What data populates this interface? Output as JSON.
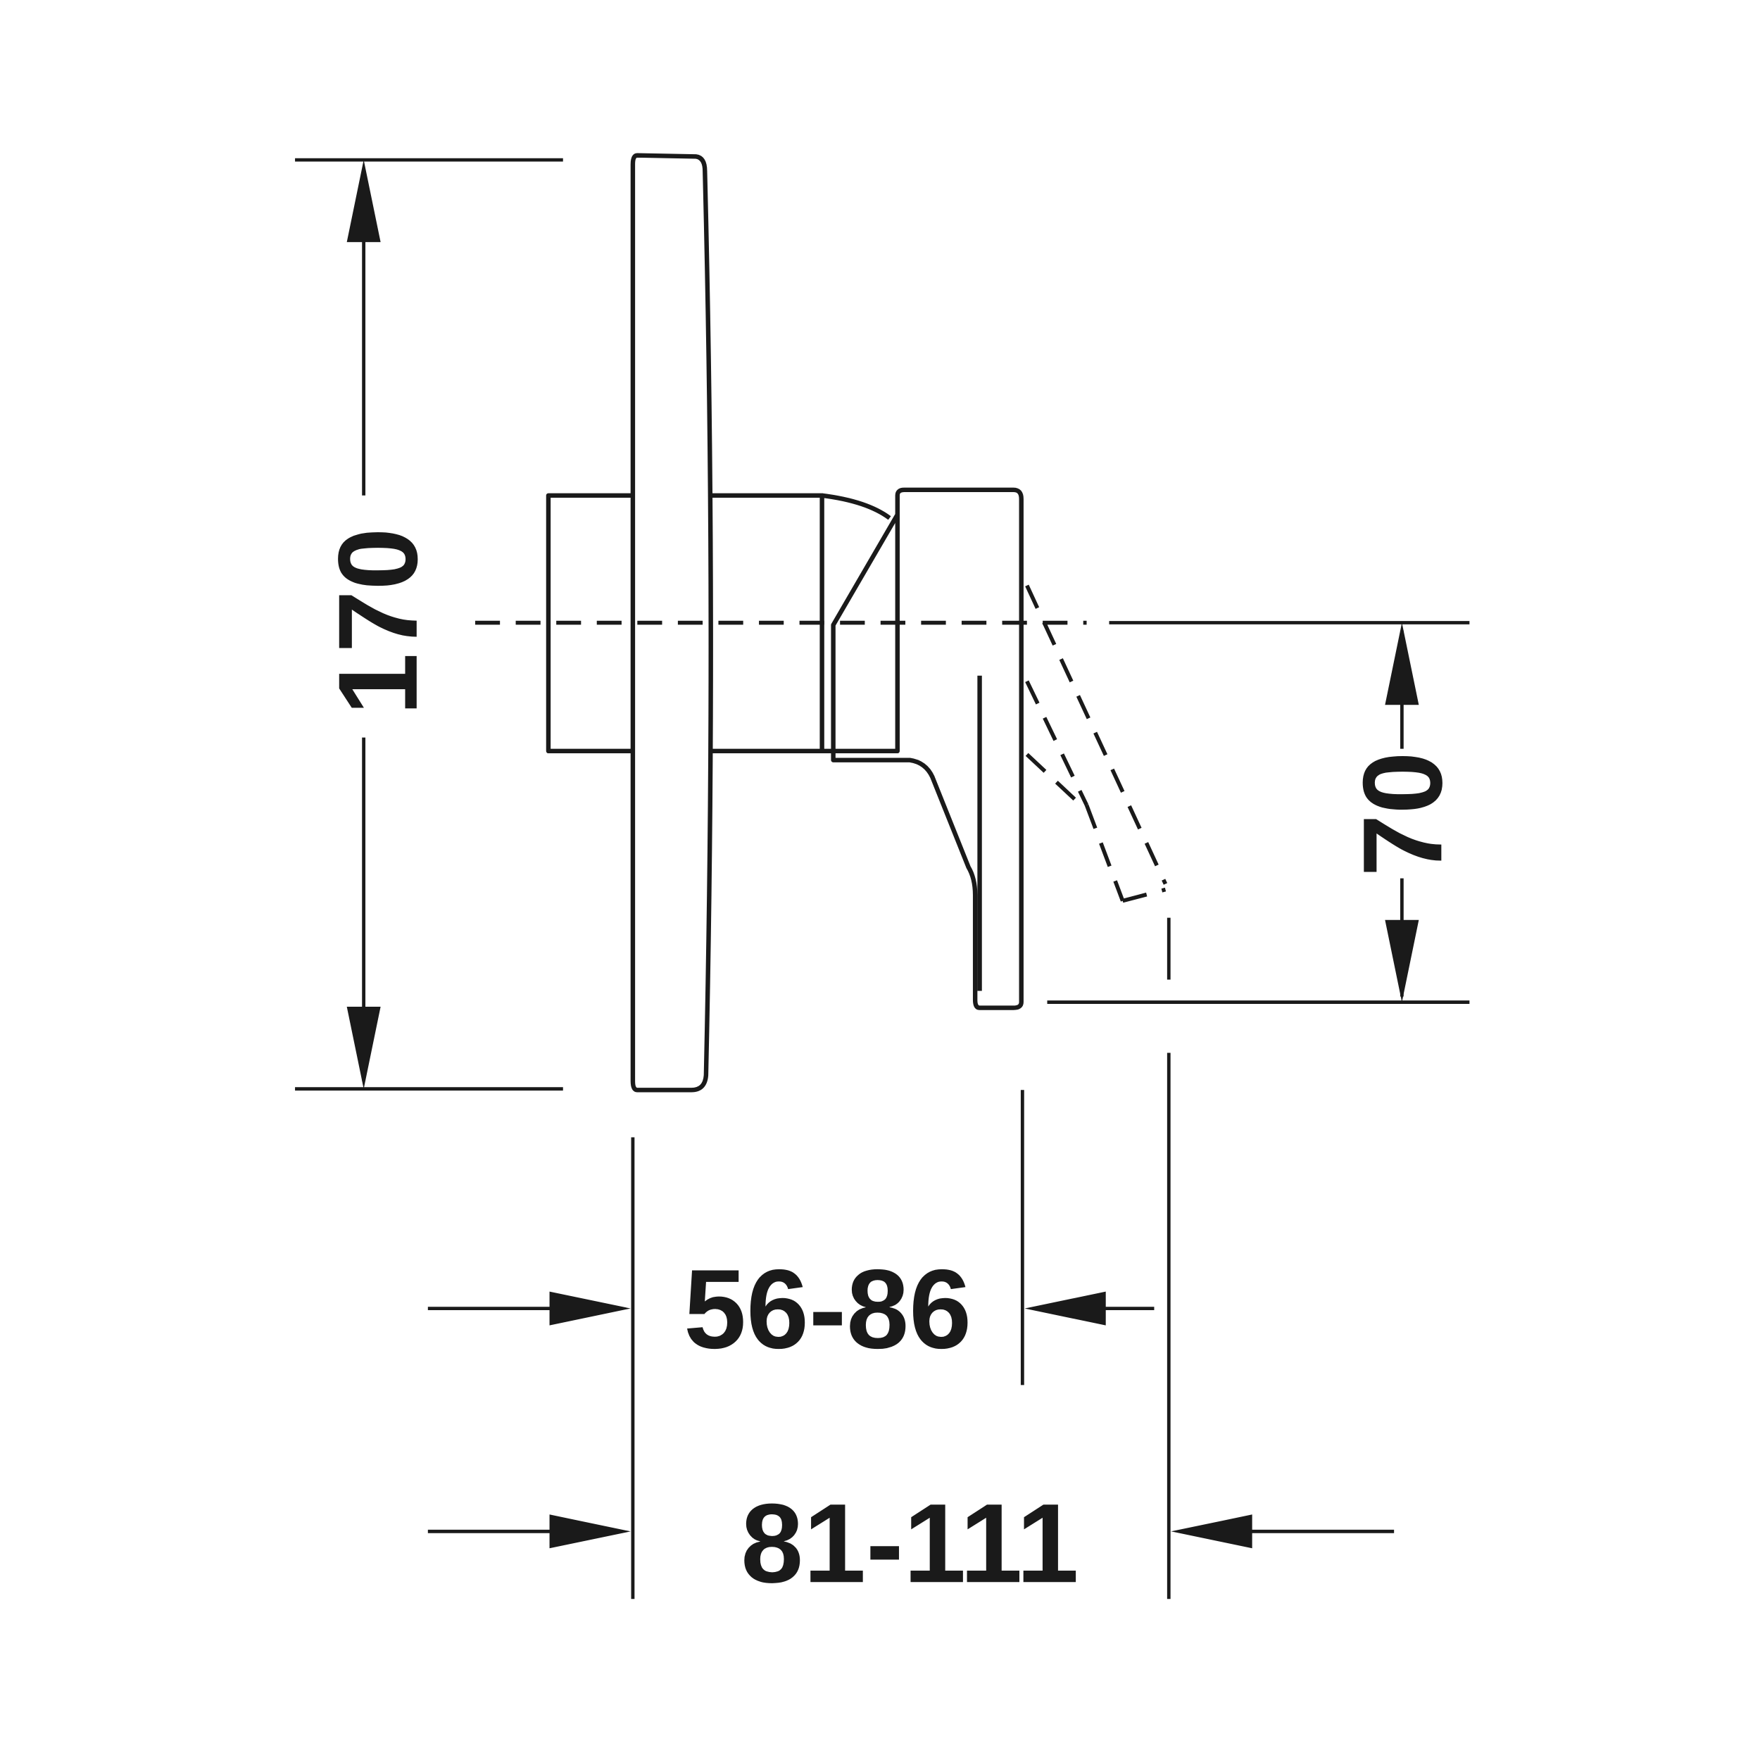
{
  "dimensions": {
    "height_total": "170",
    "lever_height": "70",
    "projection_min": "56-86",
    "projection_max": "81-111"
  },
  "colors": {
    "line": "#1a1a1a",
    "background": "#ffffff"
  }
}
